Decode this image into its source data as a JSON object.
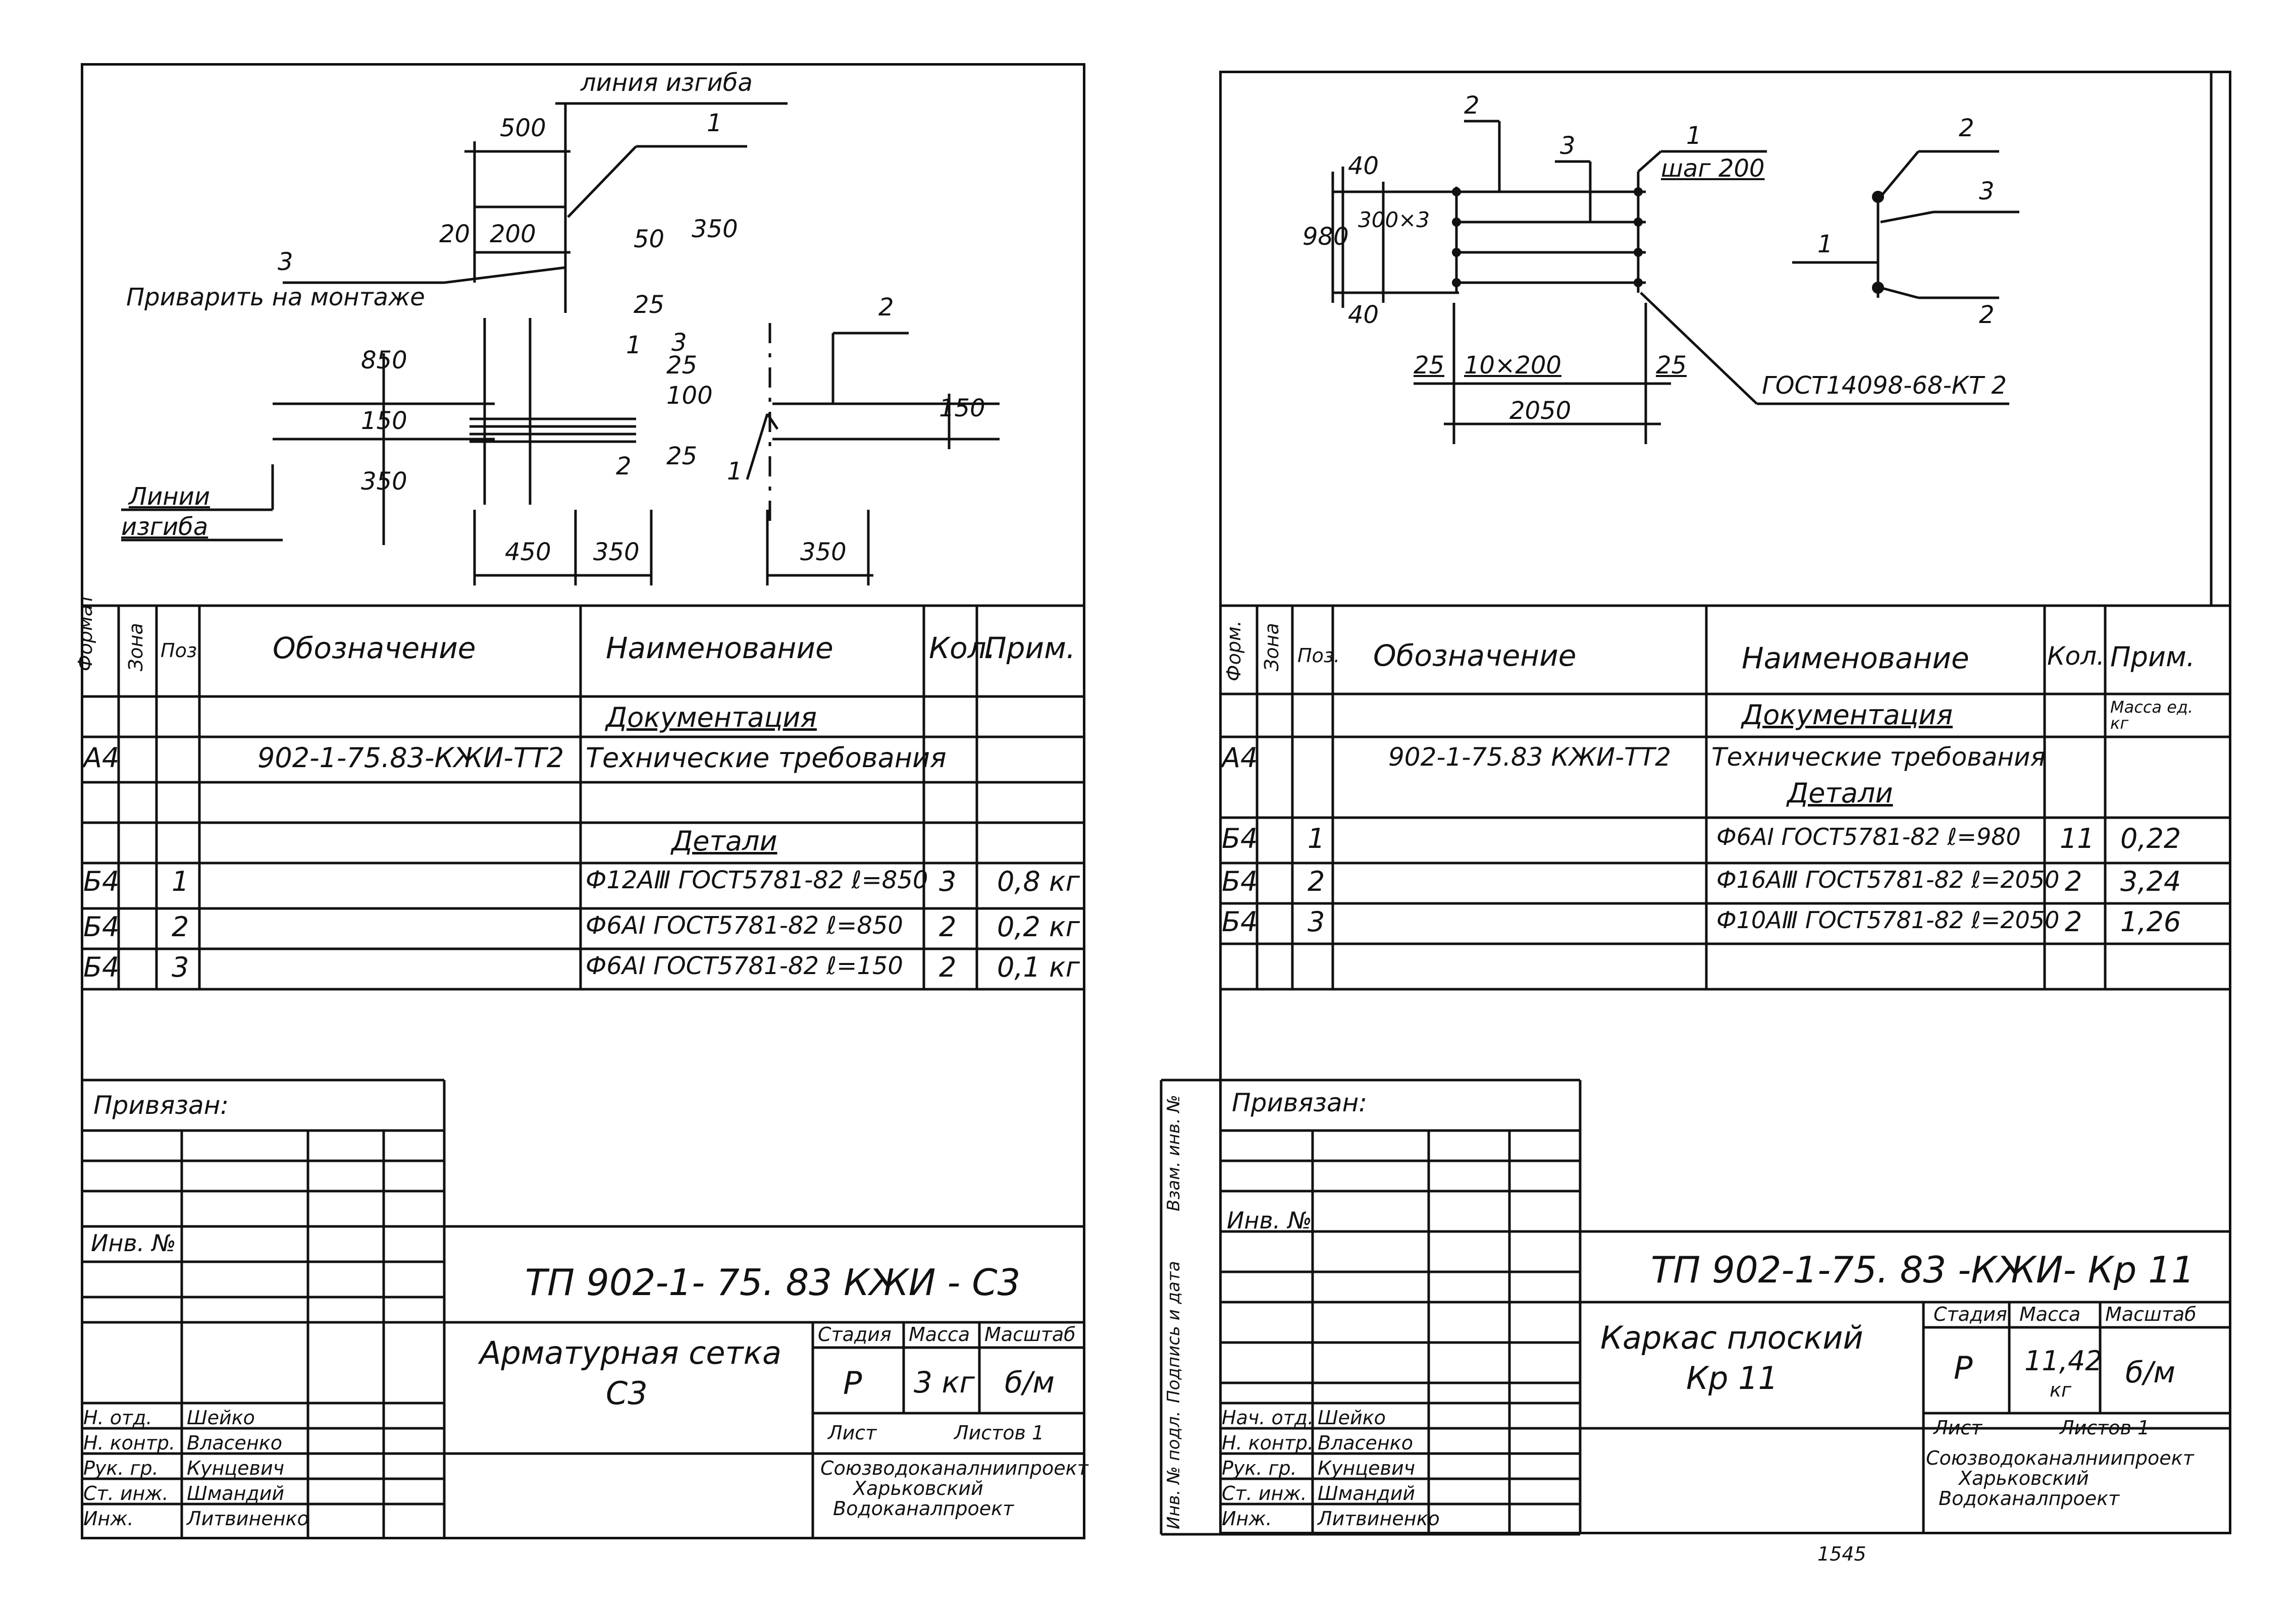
{
  "left_sheet": {
    "drawing": {
      "dims": {
        "d500": "500",
        "d20": "20",
        "d200": "200",
        "d50": "50",
        "d350_top": "350",
        "d25_a": "25",
        "d850": "850",
        "d150_v": "150",
        "d350_left": "350",
        "d100": "100",
        "d25_b": "25",
        "d25_c": "25",
        "d150_right": "150",
        "d450": "450",
        "d350_b1": "350",
        "d350_b2": "350"
      },
      "bend_line_top": "линия изгиба",
      "bend_lines_left_1": "Линии",
      "bend_lines_left_2": "изгиба",
      "weld_note": "Приварить на монтаже",
      "callouts": {
        "c1_top": "1",
        "c3": "3",
        "c1_mid": "1",
        "c3_mid": "3",
        "c2_right": "2",
        "c2_mid": "2",
        "c1_low": "1"
      }
    },
    "table": {
      "headers": {
        "format": "Формат",
        "zone": "Зона",
        "pos": "Поз.",
        "designation": "Обозначение",
        "name": "Наименование",
        "qty": "Кол.",
        "note": "Прим."
      },
      "section_docs": "Документация",
      "doc_row": {
        "format": "А4",
        "designation": "902-1-75.83-КЖИ-ТТ2",
        "name": "Технические требования"
      },
      "section_parts": "Детали",
      "rows": [
        {
          "format": "Б4",
          "pos": "1",
          "name": "Ф12АⅢ ГОСТ5781-82  ℓ=850",
          "qty": "3",
          "note": "0,8 кг"
        },
        {
          "format": "Б4",
          "pos": "2",
          "name": "Ф6АⅠ ГОСТ5781-82  ℓ=850",
          "qty": "2",
          "note": "0,2 кг"
        },
        {
          "format": "Б4",
          "pos": "3",
          "name": "Ф6АⅠ ГОСТ5781-82  ℓ=150",
          "qty": "2",
          "note": "0,1 кг"
        }
      ]
    },
    "title_block": {
      "bound": "Привязан:",
      "inv": "Инв. №",
      "code": "ТП 902-1- 75. 83   КЖИ - С3",
      "title_1": "Арматурная сетка",
      "title_2": "С3",
      "stage_h": "Стадия",
      "mass_h": "Масса",
      "scale_h": "Масштаб",
      "stage": "Р",
      "mass": "3 кг",
      "scale": "б/м",
      "sheet": "Лист",
      "sheets": "Листов 1",
      "org_1": "Союзводоканалниипроект",
      "org_2": "Харьковский",
      "org_3": "Водоканалпроект",
      "people": [
        {
          "role": "Н. отд.",
          "name": "Шейко"
        },
        {
          "role": "Н. контр.",
          "name": "Власенко"
        },
        {
          "role": "Рук. гр.",
          "name": "Кунцевич"
        },
        {
          "role": "Ст. инж.",
          "name": "Шмандий"
        },
        {
          "role": "Инж.",
          "name": "Литвиненко"
        }
      ]
    }
  },
  "right_sheet": {
    "drawing": {
      "dims": {
        "d40": "40",
        "d300x3": "300×3",
        "d980": "980",
        "d40_b": "40",
        "d25_l": "25",
        "d10x200": "10×200",
        "d25_r": "25",
        "d2050": "2050"
      },
      "step": "шаг 200",
      "gost": "ГОСТ14098-68-КТ 2",
      "callouts": {
        "c2": "2",
        "c3": "3",
        "c1": "1",
        "s_c2": "2",
        "s_c3": "3",
        "s_c1": "1",
        "s_c2b": "2"
      }
    },
    "table": {
      "headers": {
        "format": "Форм.",
        "zone": "Зона",
        "pos": "Поз.",
        "designation": "Обозначение",
        "name": "Наименование",
        "qty": "Кол.",
        "note": "Прим.",
        "note2": "Масса ед. кг"
      },
      "section_docs": "Документация",
      "doc_row": {
        "format": "А4",
        "designation": "902-1-75.83 КЖИ-ТТ2",
        "name": "Технические требования"
      },
      "section_parts": "Детали",
      "rows": [
        {
          "format": "Б4",
          "pos": "1",
          "name": "Ф6АⅠ ГОСТ5781-82 ℓ=980",
          "qty": "11",
          "note": "0,22"
        },
        {
          "format": "Б4",
          "pos": "2",
          "name": "Ф16АⅢ ГОСТ5781-82 ℓ=2050",
          "qty": "2",
          "note": "3,24"
        },
        {
          "format": "Б4",
          "pos": "3",
          "name": "Ф10АⅢ ГОСТ5781-82 ℓ=2050",
          "qty": "2",
          "note": "1,26"
        }
      ]
    },
    "title_block": {
      "bound": "Привязан:",
      "inv": "Инв. №",
      "code": "ТП 902-1-75. 83 -КЖИ- Кр 11",
      "title_1": "Каркас   плоский",
      "title_2": "Кр 11",
      "stage_h": "Стадия",
      "mass_h": "Масса",
      "scale_h": "Масштаб",
      "stage": "Р",
      "mass": "11,42",
      "mass_unit": "кг",
      "scale": "б/м",
      "sheet": "Лист",
      "sheets": "Листов 1",
      "org_1": "Союзводоканалниипроект",
      "org_2": "Харьковский",
      "org_3": "Водоканалпроект",
      "side_1": "Взам. инв. №",
      "side_2": "Подпись и дата",
      "side_3": "Инв. № подл.",
      "people": [
        {
          "role": "Нач. отд.",
          "name": "Шейко"
        },
        {
          "role": "Н. контр.",
          "name": "Власенко"
        },
        {
          "role": "Рук. гр.",
          "name": "Кунцевич"
        },
        {
          "role": "Ст. инж.",
          "name": "Шмандий"
        },
        {
          "role": "Инж.",
          "name": "Литвиненко"
        }
      ]
    },
    "footer_mark": "1545"
  }
}
